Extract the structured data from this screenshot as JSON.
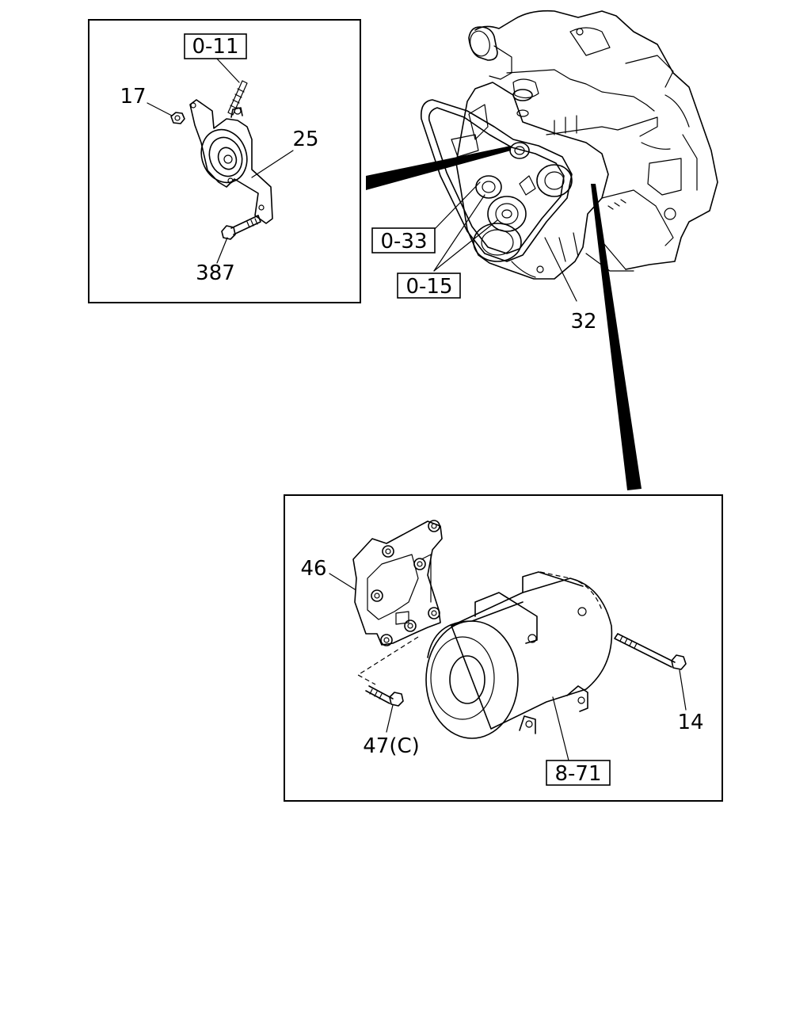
{
  "labels": {
    "ref_0_11": "0-11",
    "ref_0_33": "0-33",
    "ref_0_15": "0-15",
    "ref_8_71": "8-71",
    "part_17": "17",
    "part_25": "25",
    "part_387": "387",
    "part_32": "32",
    "part_46": "46",
    "part_47c": "47(C)",
    "part_14": "14"
  }
}
